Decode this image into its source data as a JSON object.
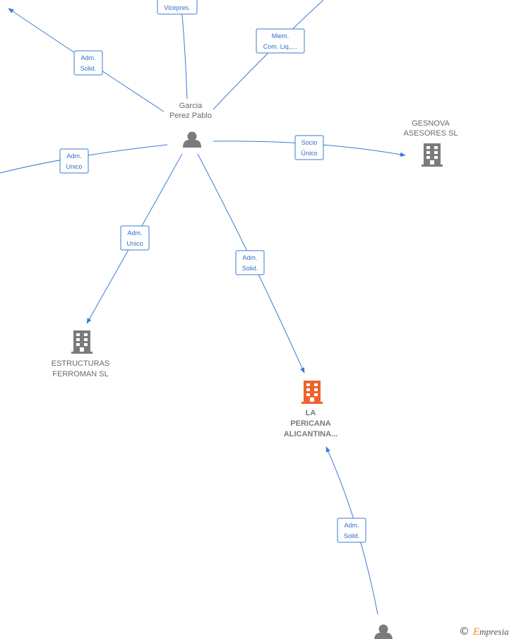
{
  "graph": {
    "persons": [
      {
        "id": "garcia",
        "lines": [
          "Garcia",
          "Perez Pablo"
        ]
      },
      {
        "id": "bottom-person",
        "lines": []
      }
    ],
    "companies": [
      {
        "id": "gesnova",
        "lines": [
          "GESNOVA",
          "ASESORES SL"
        ],
        "focus": false
      },
      {
        "id": "estructuras",
        "lines": [
          "ESTRUCTURAS",
          "FERROMAN SL"
        ],
        "focus": false
      },
      {
        "id": "la-pericana",
        "lines": [
          "LA",
          "PERICANA",
          "ALICANTINA..."
        ],
        "focus": true
      }
    ],
    "relations": [
      {
        "id": "vicepres",
        "from": "garcia",
        "to": "offscreen-top",
        "label": [
          "Vicepres."
        ]
      },
      {
        "id": "miem",
        "from": "garcia",
        "to": "offscreen-top-right",
        "label": [
          "Miem.",
          "Com. Liq.,..."
        ]
      },
      {
        "id": "adm-solid-topleft",
        "from": "garcia",
        "to": "offscreen-top-left",
        "label": [
          "Adm.",
          "Solid."
        ]
      },
      {
        "id": "adm-unico-left",
        "from": "garcia",
        "to": "offscreen-left",
        "label": [
          "Adm.",
          "Unico"
        ]
      },
      {
        "id": "socio-unico",
        "from": "garcia",
        "to": "gesnova",
        "label": [
          "Socio",
          "Único"
        ]
      },
      {
        "id": "adm-unico-estructuras",
        "from": "garcia",
        "to": "estructuras",
        "label": [
          "Adm.",
          "Unico"
        ]
      },
      {
        "id": "adm-solid-pericana",
        "from": "garcia",
        "to": "la-pericana",
        "label": [
          "Adm.",
          "Solid."
        ]
      },
      {
        "id": "adm-solid-bottom",
        "from": "bottom-person",
        "to": "la-pericana",
        "label": [
          "Adm.",
          "Solid."
        ]
      }
    ]
  },
  "colors": {
    "edge": "#3a7bd5",
    "person_icon": "#7b7b7b",
    "company_icon": "#7b7b7b",
    "focus_company_icon": "#f0622d"
  },
  "watermark": {
    "copyright_symbol": "©",
    "brand_initial": "E",
    "brand_rest": "mpresia"
  }
}
